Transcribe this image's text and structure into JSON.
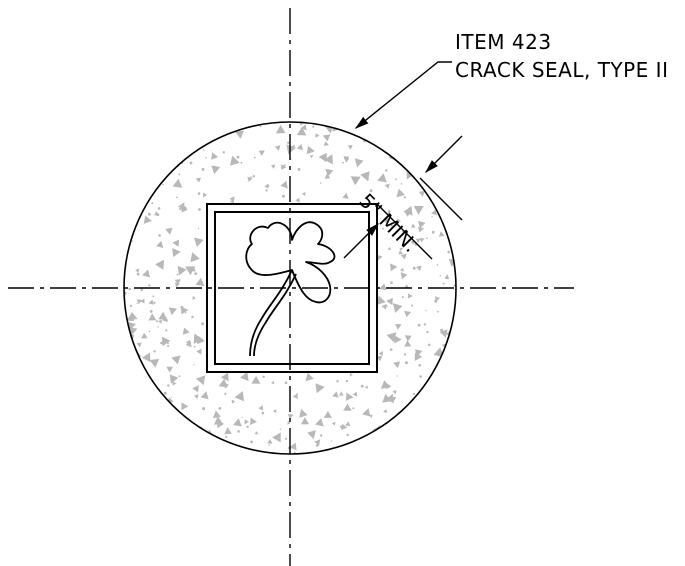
{
  "callout": {
    "line1": "ITEM 423",
    "line2": "CRACK SEAL, TYPE II"
  },
  "dimension": {
    "text": "5\" MIN."
  },
  "colors": {
    "line": "#000000",
    "speckle": "#b8b8b8"
  }
}
